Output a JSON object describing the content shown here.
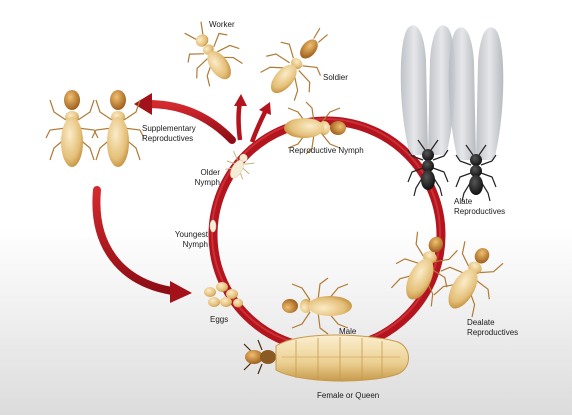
{
  "labels": {
    "worker": "Worker",
    "soldier": "Soldier",
    "supplementary": [
      "Supplementary",
      "Reproductives"
    ],
    "reproductive_nymph": "Reproductive Nymph",
    "older_nymph": [
      "Older",
      "Nymph"
    ],
    "youngest_nymph": [
      "Youngest",
      "Nymph"
    ],
    "alate": [
      "Alate",
      "Reproductives"
    ],
    "dealate": [
      "Dealate",
      "Reproductives"
    ],
    "eggs": "Eggs",
    "male": "Male",
    "queen": "Female or Queen"
  },
  "colors": {
    "arrow_red": "#b3141e",
    "termite_body": "#e9c98a",
    "termite_dark": "#b57a2a",
    "alate_body": "#1b1b1b",
    "wing": "#c9ccd0"
  }
}
